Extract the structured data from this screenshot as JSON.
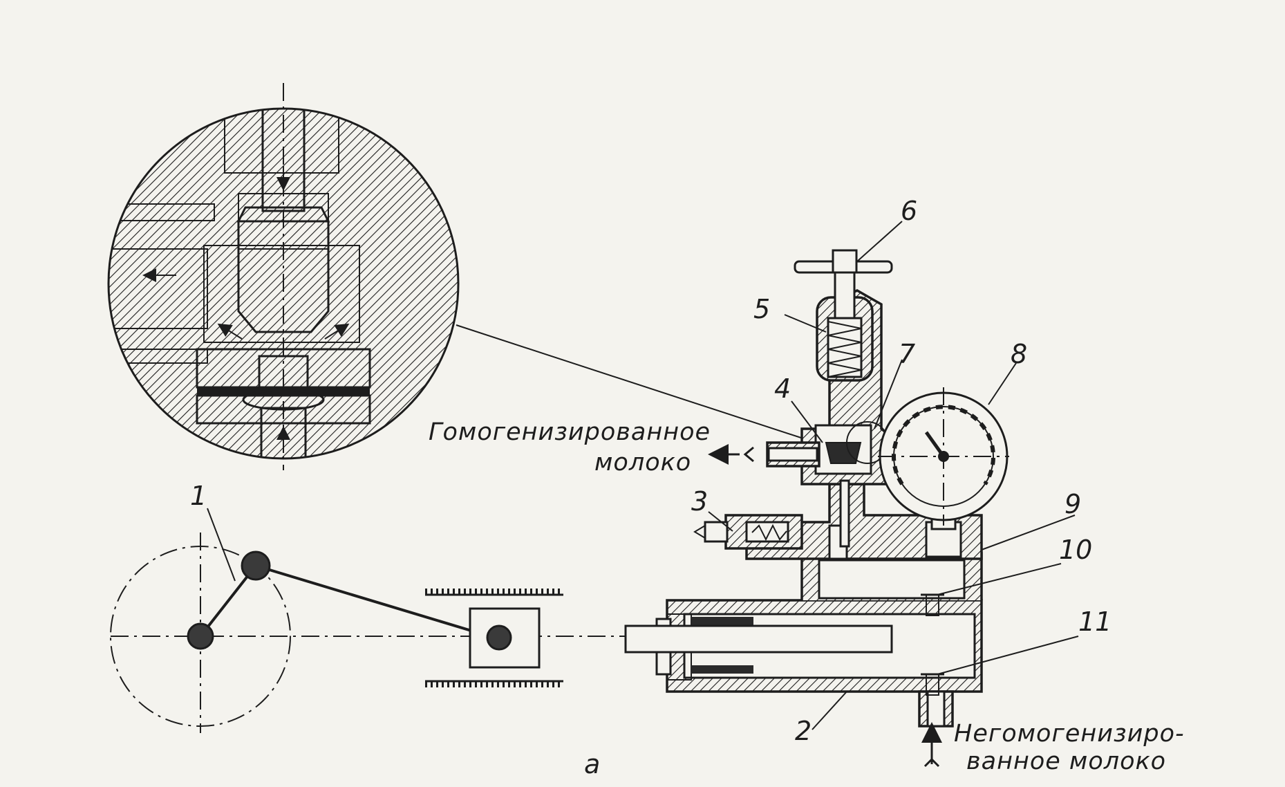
{
  "labels": {
    "n1": "1",
    "n2": "2",
    "n3": "3",
    "n4": "4",
    "n5": "5",
    "n6": "6",
    "n7": "7",
    "n8": "8",
    "n9": "9",
    "n10": "10",
    "n11": "11"
  },
  "captions": {
    "outlet_line1": "Гомогенизированное",
    "outlet_line2": "молоко",
    "inlet_line1": "Негомогенизиро-",
    "inlet_line2": "ванное молоко",
    "figure_letter": "а"
  },
  "colors": {
    "ink": "#1d1d1d",
    "paper": "#f4f3ee"
  }
}
